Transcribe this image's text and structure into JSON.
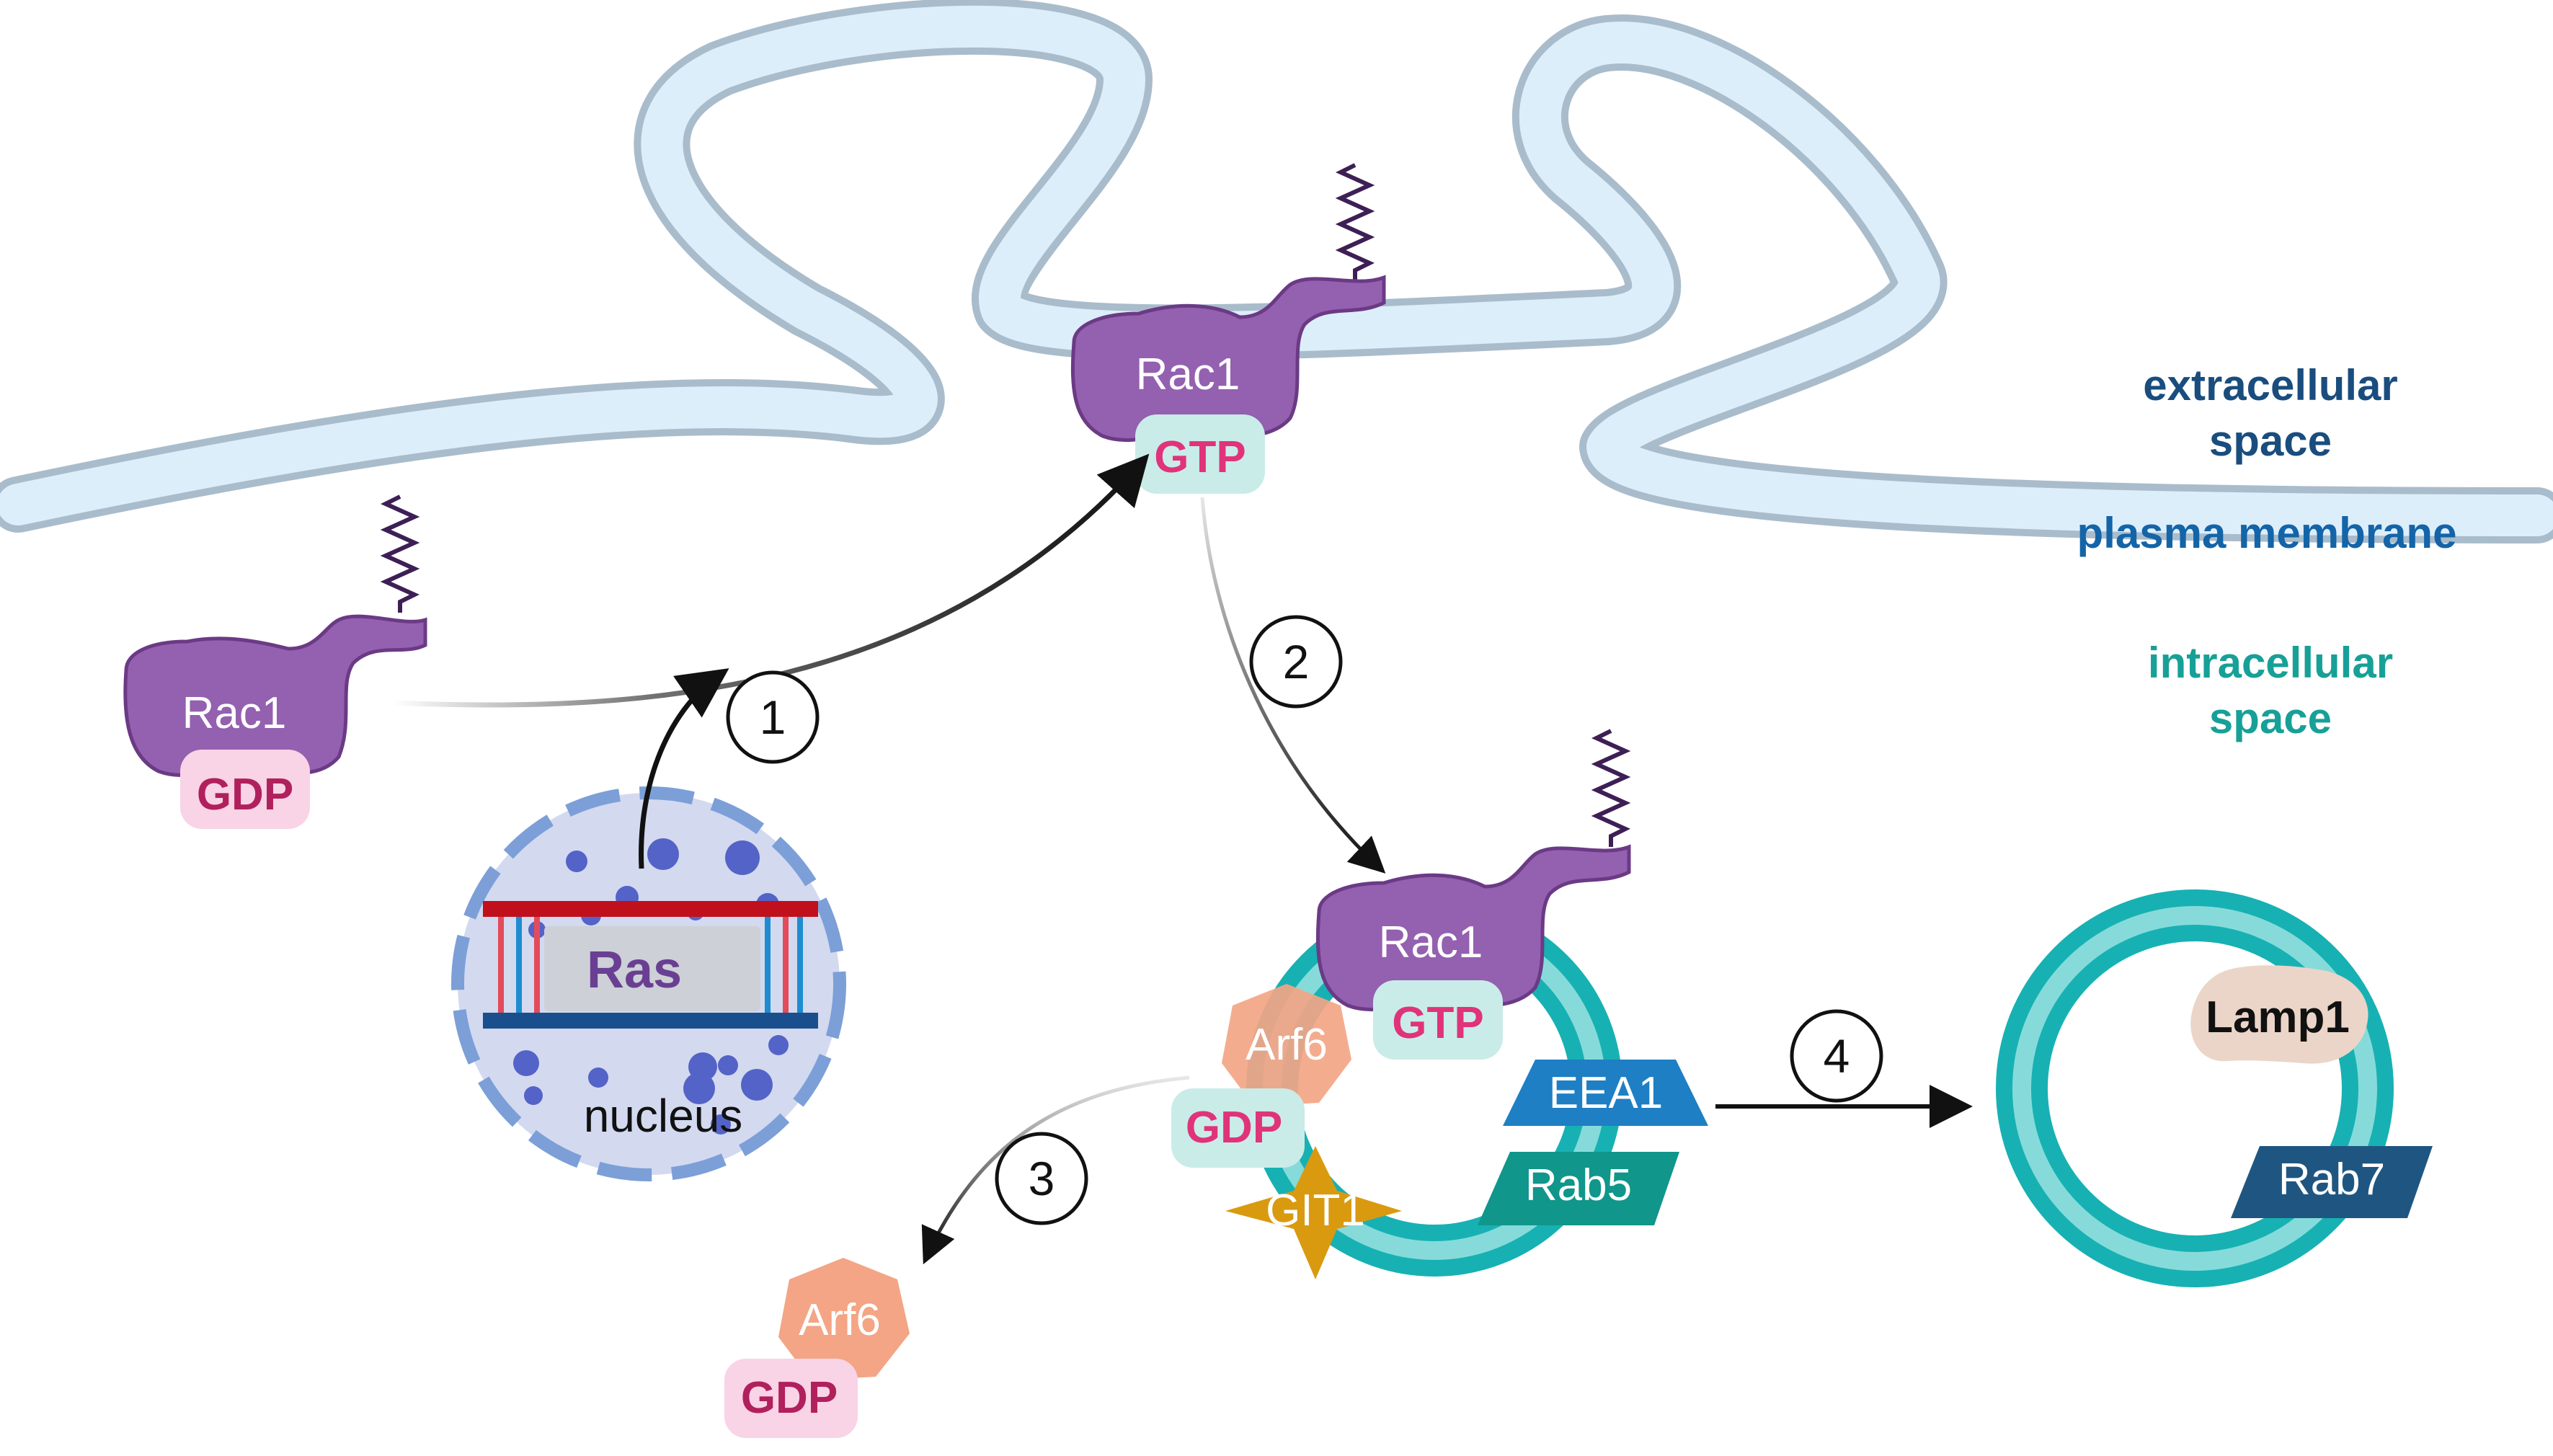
{
  "regions": {
    "extracellular_line1": "extracellular",
    "extracellular_line2": "space",
    "plasma_membrane": "plasma membrane",
    "intracellular_line1": "intracellular",
    "intracellular_line2": "space"
  },
  "proteins": {
    "rac1_cytosol": "Rac1",
    "rac1_cytosol_nucleotide": "GDP",
    "rac1_membrane": "Rac1",
    "rac1_membrane_nucleotide": "GTP",
    "rac1_endosome": "Rac1",
    "rac1_endosome_nucleotide": "GTP",
    "arf6_endosome": "Arf6",
    "arf6_endosome_nucleotide": "GDP",
    "git1": "GIT1",
    "eea1": "EEA1",
    "rab5": "Rab5",
    "arf6_released": "Arf6",
    "arf6_released_nucleotide": "GDP",
    "lamp1": "Lamp1",
    "rab7": "Rab7"
  },
  "nucleus": {
    "gene": "Ras",
    "label": "nucleus"
  },
  "steps": [
    "1",
    "2",
    "3",
    "4"
  ],
  "colors": {
    "membrane_fill": "#ddeefb",
    "membrane_edge": "#a9bccb",
    "rac1": "#9460b0",
    "gdp_bg": "#f9d3e6",
    "gtp_bg": "#c9ece8",
    "arf6": "#f3a585",
    "git1": "#d99a10",
    "eea1": "#1e7fc4",
    "rab5": "#10968a",
    "rab7": "#1f5681",
    "lamp1": "#ebd5c8",
    "endosome_ring": "#17b1b3",
    "extracellular_text": "#1a4d7e",
    "membrane_text": "#1464a8",
    "intracellular_text": "#17a097"
  }
}
